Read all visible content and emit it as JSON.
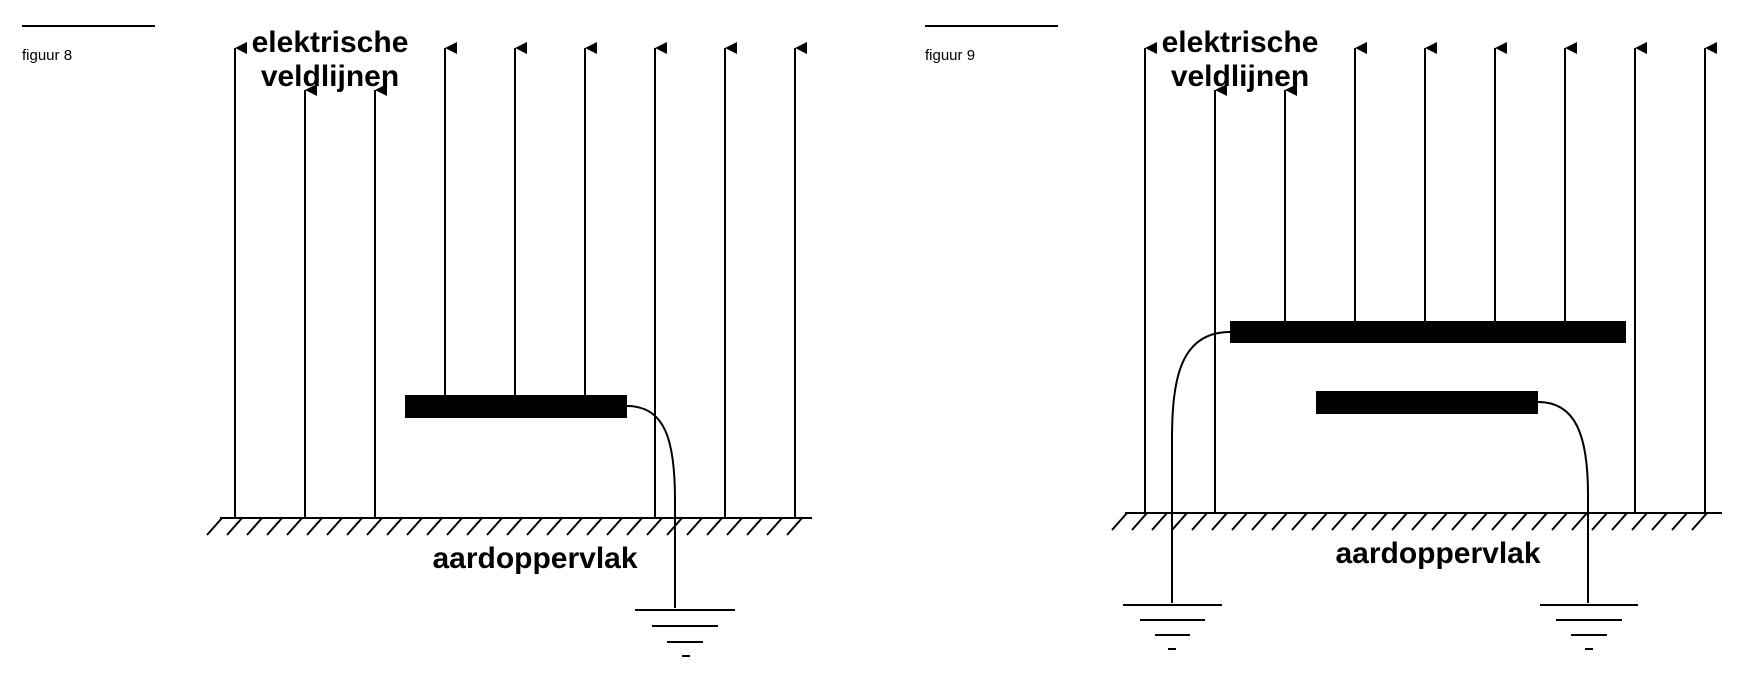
{
  "figure_8": {
    "caption": "figuur 8",
    "field_label_line1": "elektrische",
    "field_label_line2": "veldlijnen",
    "ground_label": "aardoppervlak"
  },
  "figure_9": {
    "caption": "figuur 9",
    "field_label_line1": "elektrische",
    "field_label_line2": "veldlijnen",
    "ground_label": "aardoppervlak"
  }
}
